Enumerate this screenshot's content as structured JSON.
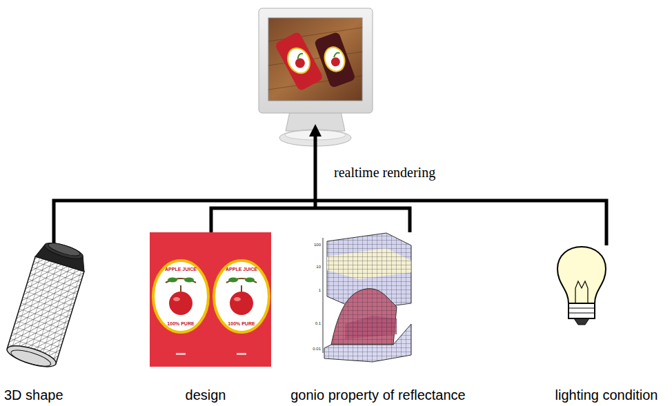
{
  "diagram": {
    "labels": [
      "realtime rendering",
      "APPLE JUICE",
      "100% PURE",
      "APPLE JUICE",
      "100% PURE",
      "100",
      "10",
      "1",
      "0.1",
      "0.01",
      "3D shape",
      "design",
      "gonio property of reflectance",
      "lighting condition"
    ]
  }
}
